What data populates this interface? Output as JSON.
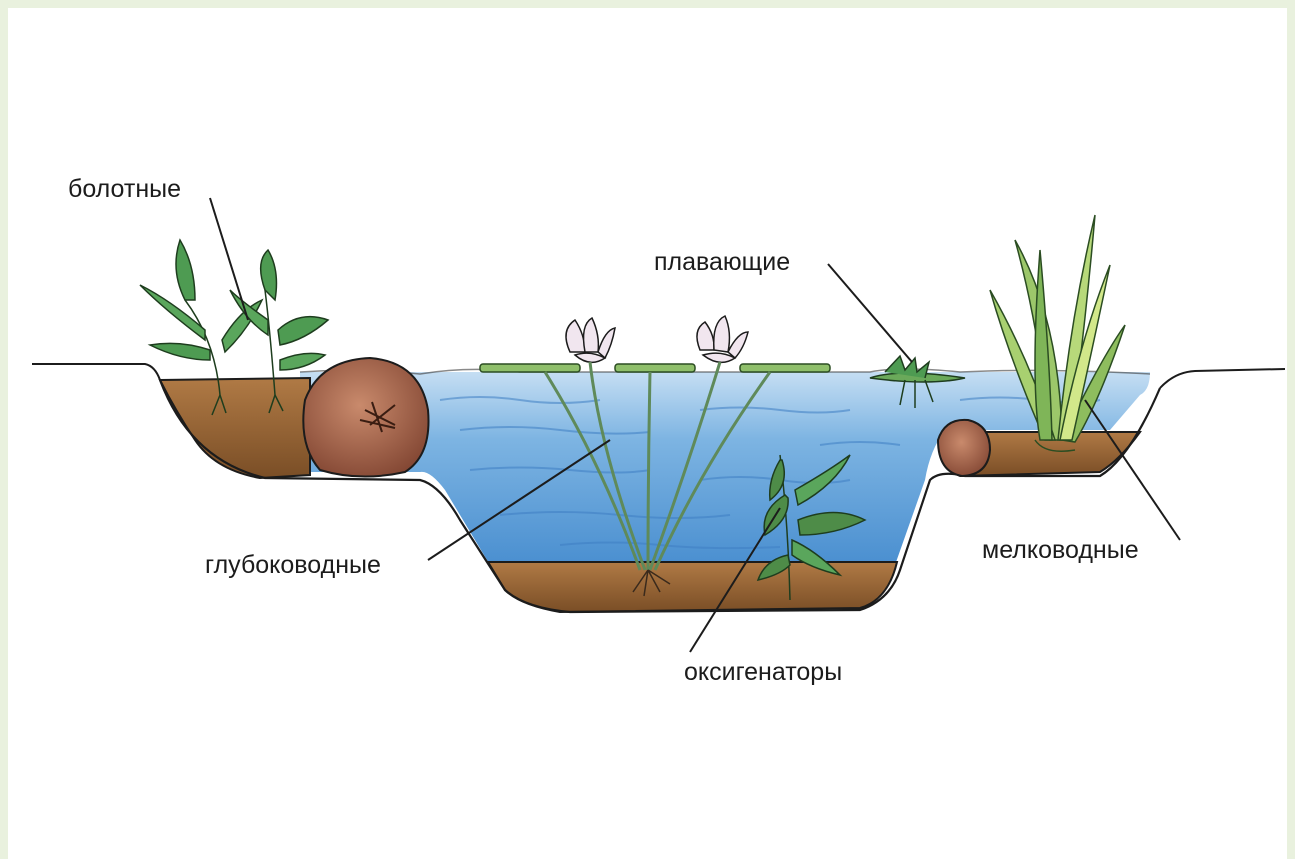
{
  "labels": {
    "marsh": "болотные",
    "floating": "плавающие",
    "deep_water": "глубоководные",
    "shallow_water": "мелководные",
    "oxygenators": "оксигенаторы"
  },
  "colors": {
    "page_border": "#e9f1de",
    "background": "#ffffff",
    "water": "#5e9fd6",
    "water_light": "#a9cdec",
    "soil": "#9a6a3c",
    "soil_dark": "#6e4621",
    "stone": "#a5644a",
    "plant_green": "#4e9b52",
    "reed_green": "#9cc76a",
    "lily_petal": "#f1e6ef",
    "outline": "#1c1c1c"
  }
}
